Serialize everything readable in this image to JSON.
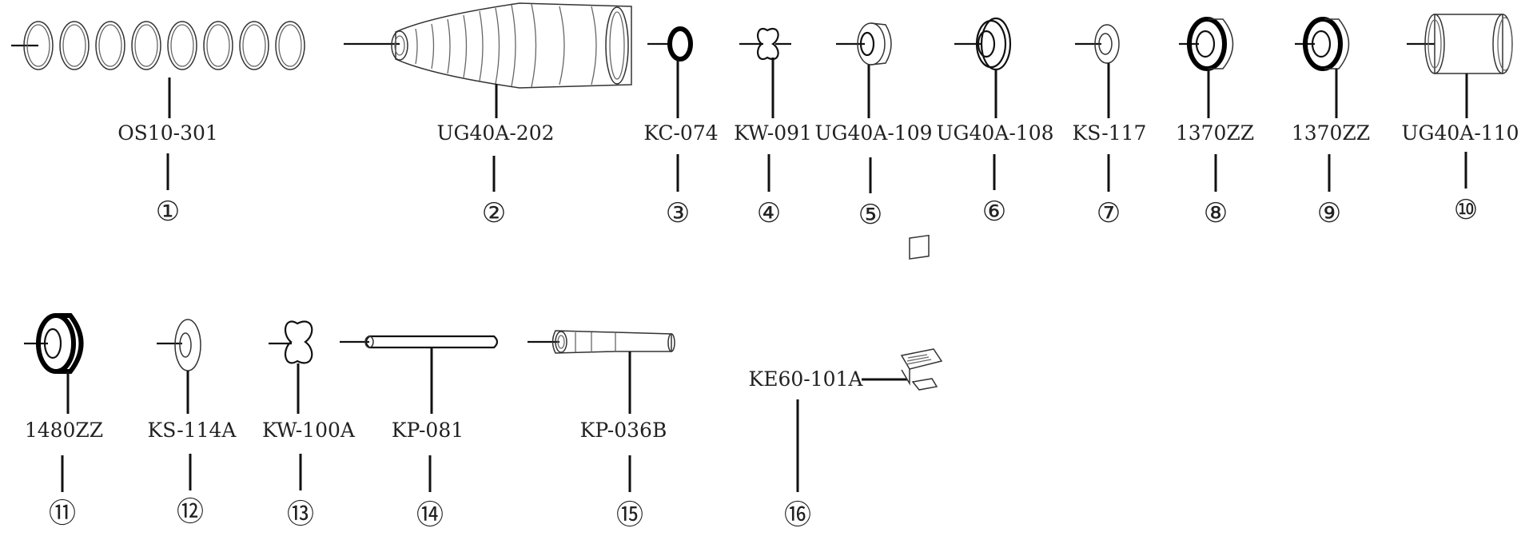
{
  "parts": [
    {
      "number": "①",
      "code": "OS10-301"
    },
    {
      "number": "②",
      "code": "UG40A-202"
    },
    {
      "number": "③",
      "code": "KC-074"
    },
    {
      "number": "④",
      "code": "KW-091"
    },
    {
      "number": "⑤",
      "code": "UG40A-109"
    },
    {
      "number": "⑥",
      "code": "UG40A-108"
    },
    {
      "number": "⑦",
      "code": "KS-117"
    },
    {
      "number": "⑧",
      "code": "1370ZZ"
    },
    {
      "number": "⑨",
      "code": "1370ZZ"
    },
    {
      "number": "⑩",
      "code": "UG40A-110"
    },
    {
      "number": "⑪",
      "code": "1480ZZ"
    },
    {
      "number": "⑫",
      "code": "KS-114A"
    },
    {
      "number": "⑬",
      "code": "KW-100A"
    },
    {
      "number": "⑭",
      "code": "KP-081"
    },
    {
      "number": "⑮",
      "code": "KP-036B"
    },
    {
      "number": "⑯",
      "code": "KE60-101A"
    }
  ]
}
